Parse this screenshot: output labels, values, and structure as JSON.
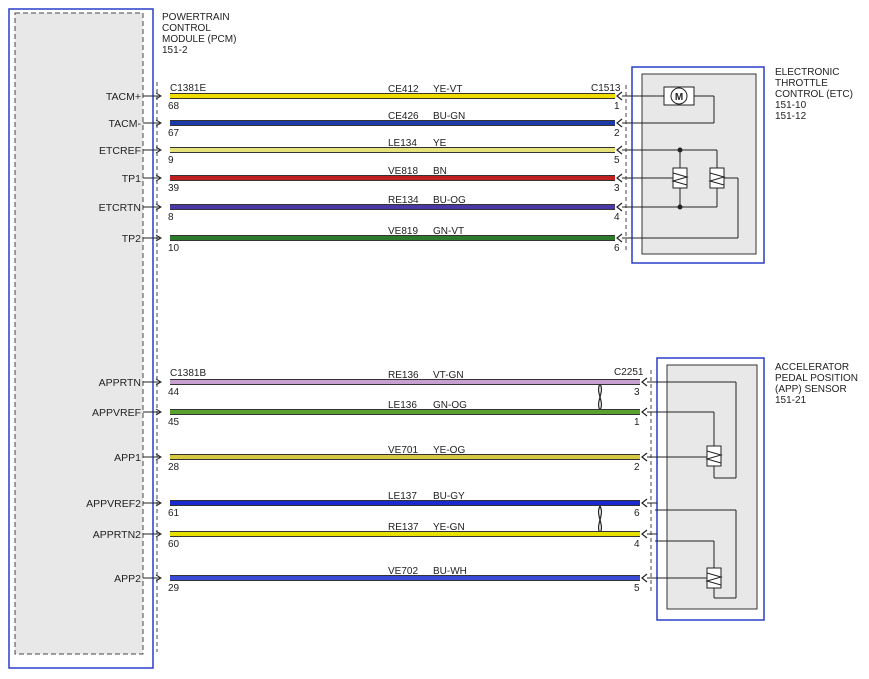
{
  "pcm": {
    "title": [
      "POWERTRAIN",
      "CONTROL",
      "MODULE (PCM)",
      "151-2"
    ],
    "connector_top": "C1381E",
    "connector_bottom": "C1381B"
  },
  "etc": {
    "title": [
      "ELECTRONIC",
      "THROTTLE",
      "CONTROL (ETC)",
      "151-10",
      "151-12"
    ],
    "connector": "C1513",
    "motor_label": "M"
  },
  "app": {
    "title": [
      "ACCELERATOR",
      "PEDAL POSITION",
      "(APP) SENSOR",
      "151-21"
    ],
    "connector": "C2251"
  },
  "colors": {
    "module_border": "#2a3fc8",
    "YE-VT": "#f2dc00",
    "BU-GN": "#1c3aa8",
    "YE": "#e6e27a",
    "BN": "#c02020",
    "BU-OG": "#4a3aa8",
    "GN-VT": "#2d7a2d",
    "VT-GN": "#c8a0d0",
    "GN-OG": "#5aa02d",
    "YE-OG": "#d8c840",
    "BU-GY": "#1a28d0",
    "YE-GN": "#e8e000",
    "BU-WH": "#3a4ad8"
  },
  "wires_top": [
    {
      "signal": "TACM+",
      "pcm_pin": "68",
      "circuit": "CE412",
      "color": "YE-VT",
      "etc_pin": "1"
    },
    {
      "signal": "TACM-",
      "pcm_pin": "67",
      "circuit": "CE426",
      "color": "BU-GN",
      "etc_pin": "2"
    },
    {
      "signal": "ETCREF",
      "pcm_pin": "9",
      "circuit": "LE134",
      "color": "YE",
      "etc_pin": "5"
    },
    {
      "signal": "TP1",
      "pcm_pin": "39",
      "circuit": "VE818",
      "color": "BN",
      "etc_pin": "3"
    },
    {
      "signal": "ETCRTN",
      "pcm_pin": "8",
      "circuit": "RE134",
      "color": "BU-OG",
      "etc_pin": "4"
    },
    {
      "signal": "TP2",
      "pcm_pin": "10",
      "circuit": "VE819",
      "color": "GN-VT",
      "etc_pin": "6"
    }
  ],
  "wires_bottom": [
    {
      "signal": "APPRTN",
      "pcm_pin": "44",
      "circuit": "RE136",
      "color": "VT-GN",
      "app_pin": "3"
    },
    {
      "signal": "APPVREF",
      "pcm_pin": "45",
      "circuit": "LE136",
      "color": "GN-OG",
      "app_pin": "1"
    },
    {
      "signal": "APP1",
      "pcm_pin": "28",
      "circuit": "VE701",
      "color": "YE-OG",
      "app_pin": "2"
    },
    {
      "signal": "APPVREF2",
      "pcm_pin": "61",
      "circuit": "LE137",
      "color": "BU-GY",
      "app_pin": "6"
    },
    {
      "signal": "APPRTN2",
      "pcm_pin": "60",
      "circuit": "RE137",
      "color": "YE-GN",
      "app_pin": "4"
    },
    {
      "signal": "APP2",
      "pcm_pin": "29",
      "circuit": "VE702",
      "color": "BU-WH",
      "app_pin": "5"
    }
  ]
}
